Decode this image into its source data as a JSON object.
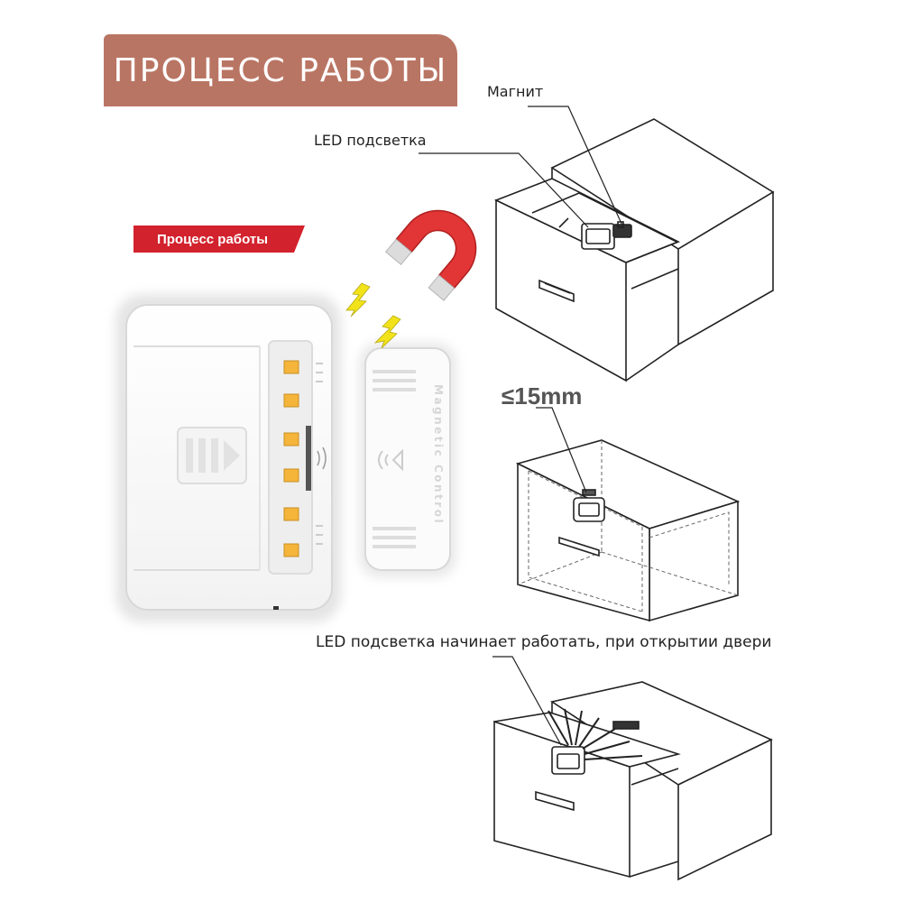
{
  "header": {
    "title": "ПРОЦЕСС РАБОТЫ"
  },
  "tag": {
    "label": "Процесс работы"
  },
  "callouts": {
    "magnet": "Магнит",
    "led_top": "LED подсветка",
    "distance": "≤15mm",
    "led_bottom": "LED подсветка  начинает работать, при открытии двери"
  },
  "device": {
    "sensor_text": "Magnetic Control",
    "led_count": 6
  },
  "colors": {
    "banner": "#b97563",
    "tag": "#d2222d",
    "magnet_red": "#e23636",
    "led": "#f5b43a"
  }
}
